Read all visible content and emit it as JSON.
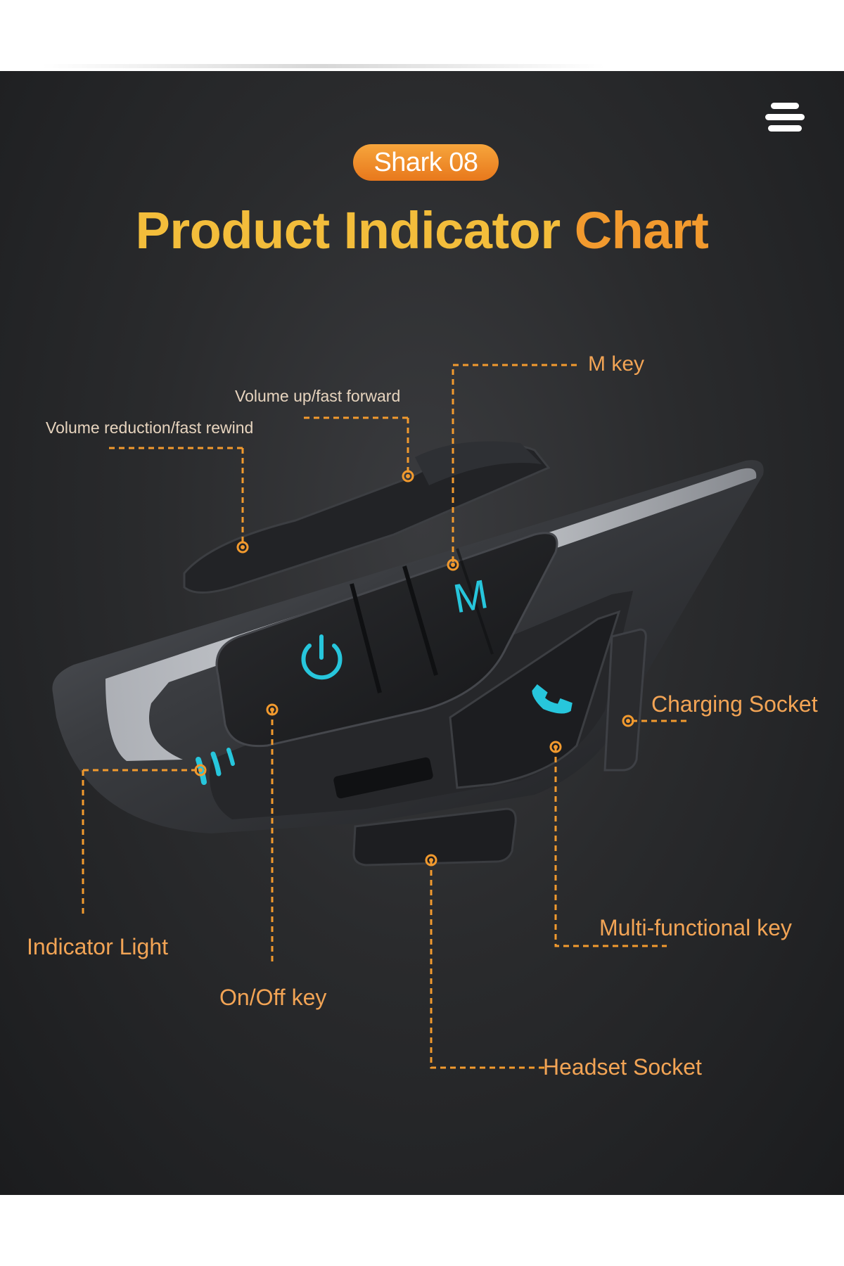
{
  "header": {
    "model_badge": "Shark 08",
    "title_part1": "Product Indicator",
    "title_part2": "Chart"
  },
  "device": {
    "power_glyph": "power-icon",
    "m_key_label": "M",
    "phone_glyph": "phone-icon"
  },
  "callouts": {
    "m_key": "M key",
    "volume_up": "Volume up/fast forward",
    "volume_down": "Volume reduction/fast rewind",
    "charging_socket": "Charging Socket",
    "indicator_light": "Indicator Light",
    "on_off_key": "On/Off  key",
    "multi_functional_key": "Multi-functional key",
    "headset_socket": "Headset Socket"
  },
  "colors": {
    "accent_orange": "#f29a2e",
    "title_yellow": "#f3bd3b",
    "led_cyan": "#27c6dc"
  },
  "icons": [
    "menu-icon"
  ]
}
